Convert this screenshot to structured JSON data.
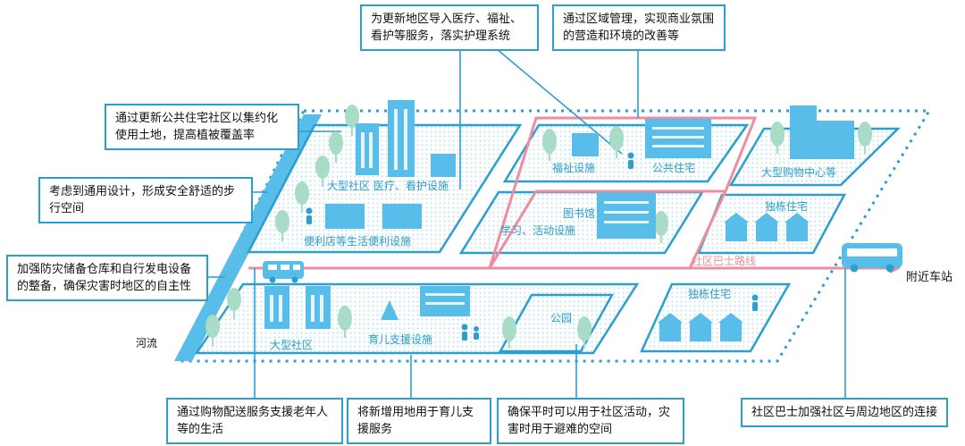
{
  "callouts": {
    "top_medical": "为更新地区导入医疗、福祉、看护等服务，落实护理系统",
    "top_area": "通过区域管理，实现商业氛围的营造和环境的改善等",
    "left_public": "通过更新公共住宅社区以集约化使用土地，提高植被覆盖率",
    "left_walk": "考虑到通用设计，形成安全舒适的步行空间",
    "left_disaster": "加强防灾储备仓库和自行发电设备的整备，确保灾害时地区的自主性",
    "bottom_shopping": "通过购物配送服务支援老年人等的生活",
    "bottom_childcare": "将新增用地用于育儿支援服务",
    "bottom_park": "确保平时可以用于社区活动，灾害时用于避难的空间",
    "bottom_bus": "社区巴士加强社区与周边地区的连接"
  },
  "labels": {
    "large_community_medical": "大型社区 医疗、看护设施",
    "convenience": "便利店等生活便利设施",
    "welfare": "福祉设施",
    "public_housing": "公共住宅",
    "mall": "大型购物中心等",
    "library": "图书馆",
    "library_sub": "学习、活动设施",
    "detached_1": "独栋住宅",
    "detached_2": "独栋住宅",
    "bus_route": "社区巴士路线",
    "nearby_station": "附近车站",
    "large_community": "大型社区",
    "childcare": "育儿支援设施",
    "park": "公园",
    "river": "河流"
  },
  "colors": {
    "frame": "#2a9fd0",
    "building": "#58bde8",
    "tree": "#a8dcc7",
    "route": "#f08ca0",
    "dots": "#c4e4f1"
  }
}
